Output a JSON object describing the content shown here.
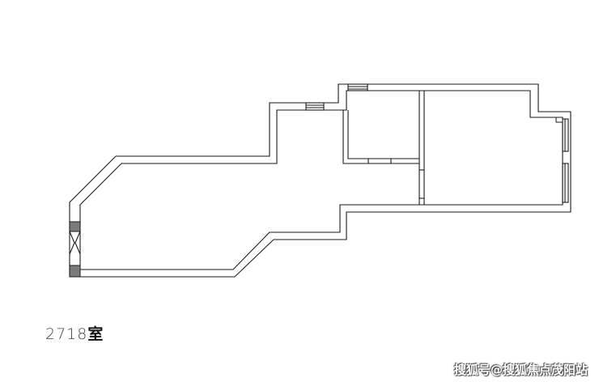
{
  "room_label": {
    "number": "2718",
    "suffix": "室"
  },
  "watermark": {
    "text": "搜狐号@搜狐焦点茂阳站"
  },
  "colors": {
    "wall": "#1a1a1a",
    "column": "#7a7a7a",
    "background": "#ffffff"
  }
}
